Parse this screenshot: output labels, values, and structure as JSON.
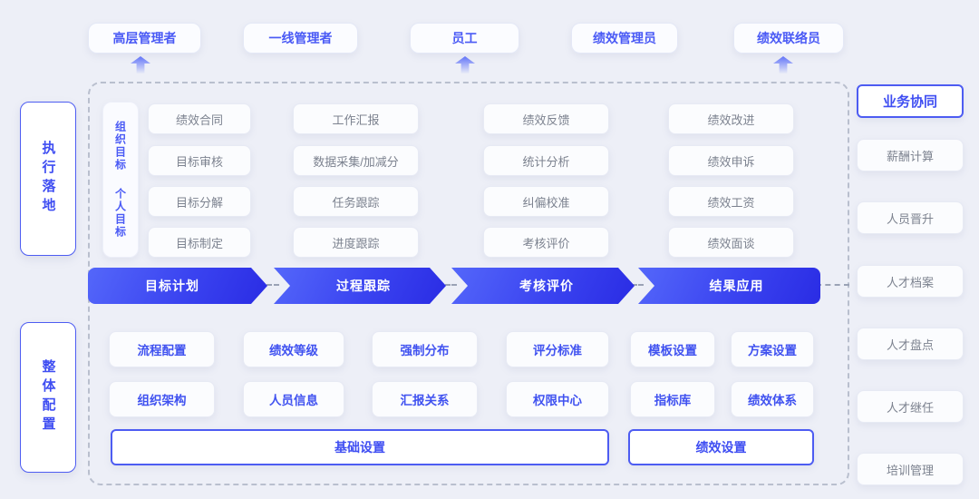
{
  "colors": {
    "accent_blue": "#3f4ef2",
    "arrow_gradient_start": "#5467fa",
    "arrow_gradient_end": "#2a2ce4",
    "gray_text": "#7c828f",
    "page_bg": "#edeff7",
    "dashed_border": "#b9bfce"
  },
  "roles": [
    {
      "label": "高层管理者"
    },
    {
      "label": "一线管理者"
    },
    {
      "label": "员工"
    },
    {
      "label": "绩效管理员"
    },
    {
      "label": "绩效联络员"
    }
  ],
  "side_labels": {
    "execution": "执行落地",
    "overall_config": "整体配置"
  },
  "goal_labels": {
    "org": "组织目标",
    "personal": "个人目标"
  },
  "execution_modules": {
    "goal_planning": [
      "绩效合同",
      "目标审核",
      "目标分解",
      "目标制定"
    ],
    "process_tracking": [
      "工作汇报",
      "数据采集/加减分",
      "任务跟踪",
      "进度跟踪"
    ],
    "assessment": [
      "绩效反馈",
      "统计分析",
      "纠偏校准",
      "考核评价"
    ],
    "result_application": [
      "绩效改进",
      "绩效申诉",
      "绩效工资",
      "绩效面谈"
    ]
  },
  "flow_stages": [
    "目标计划",
    "过程跟踪",
    "考核评价",
    "结果应用"
  ],
  "config_modules": {
    "row1": [
      "流程配置",
      "绩效等级",
      "强制分布",
      "评分标准",
      "模板设置",
      "方案设置"
    ],
    "row2": [
      "组织架构",
      "人员信息",
      "汇报关系",
      "权限中心",
      "指标库",
      "绩效体系"
    ],
    "footers": [
      "基础设置",
      "绩效设置"
    ]
  },
  "collaboration_panel": {
    "header": "业务协同",
    "items": [
      "薪酬计算",
      "人员晋升",
      "人才档案",
      "人才盘点",
      "人才继任",
      "培训管理"
    ]
  }
}
